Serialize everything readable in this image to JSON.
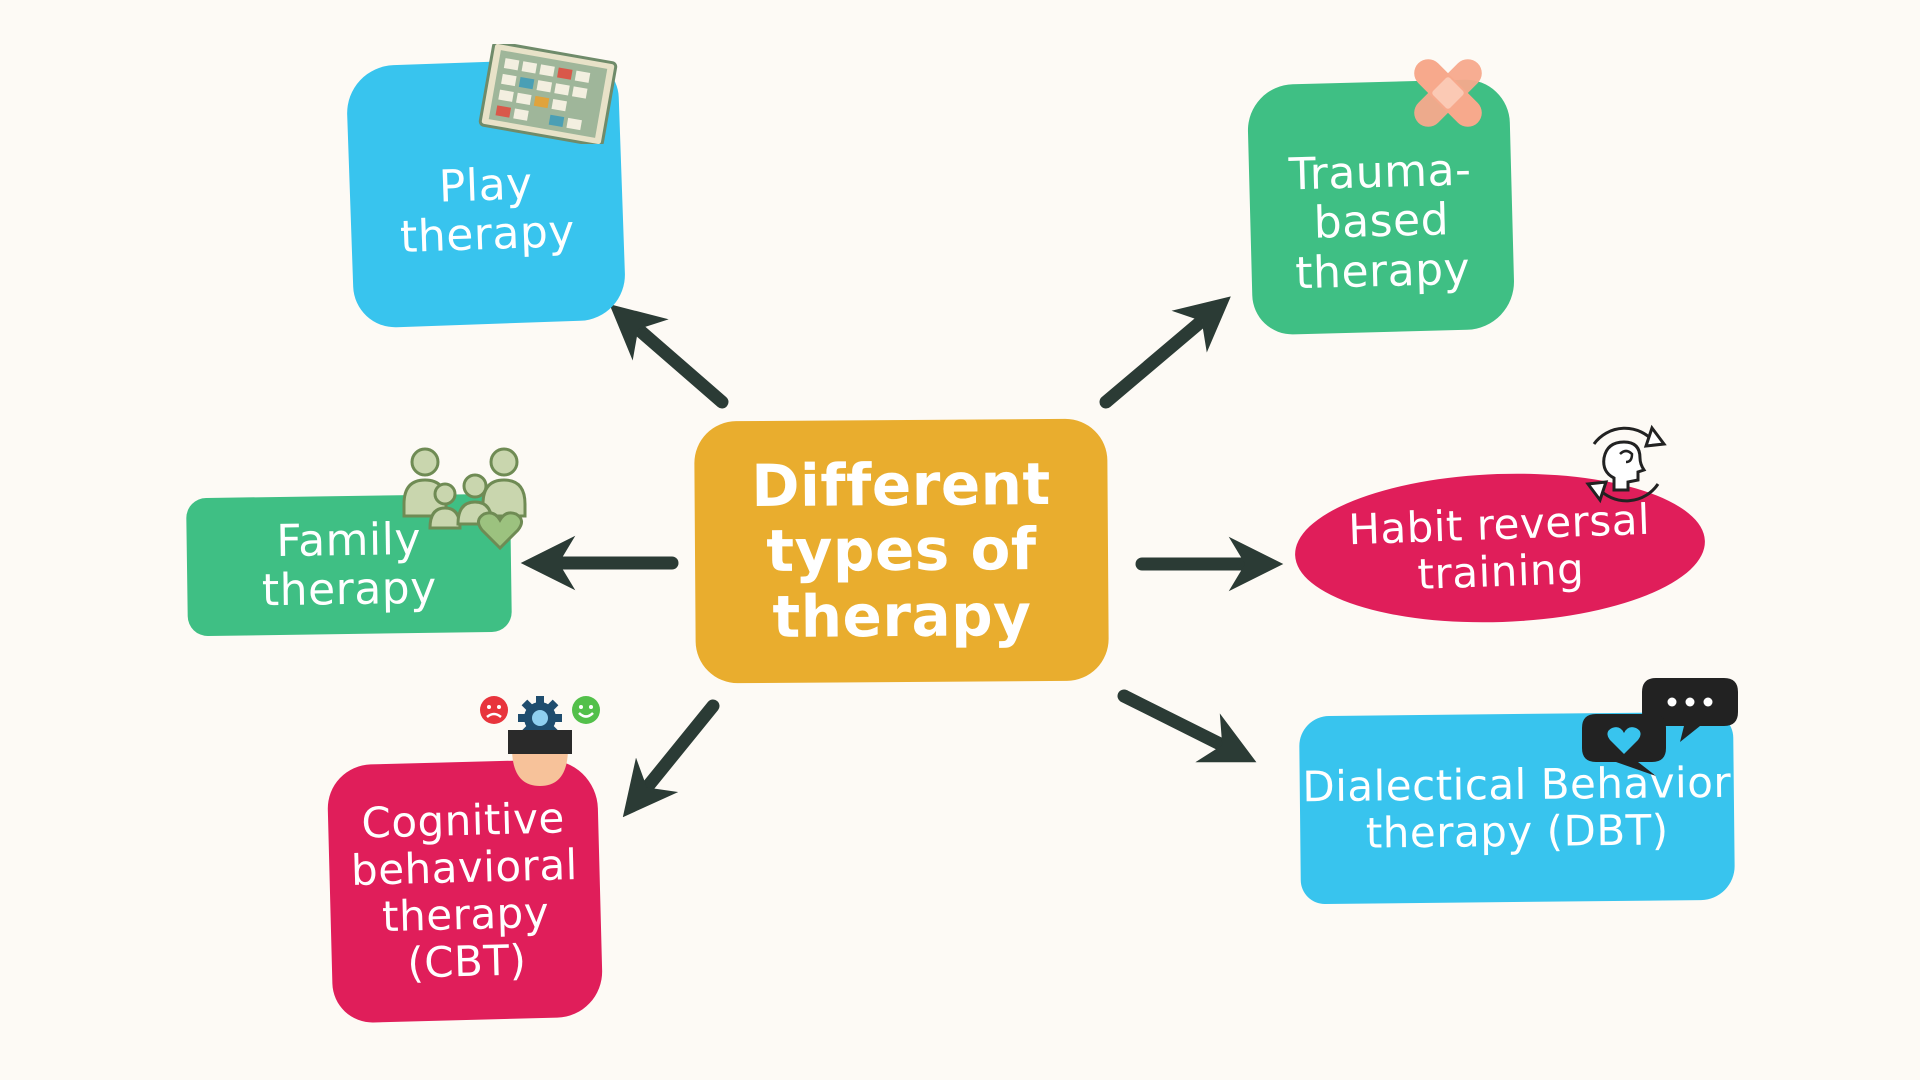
{
  "colors": {
    "background": "#fdfaf5",
    "center": "#e9ad2e",
    "blue": "#38c4ee",
    "green": "#3fbf84",
    "pink": "#e01e5a",
    "arrow": "#2b3b35"
  },
  "center": {
    "label": "Different\ntypes of\ntherapy"
  },
  "nodes": {
    "play": {
      "label": "Play\ntherapy",
      "icon": "board-game-icon"
    },
    "trauma": {
      "label": "Trauma-\nbased\ntherapy",
      "icon": "bandage-icon"
    },
    "family": {
      "label": "Family\ntherapy",
      "icon": "family-icon"
    },
    "habit": {
      "label": "Habit reversal\ntraining",
      "icon": "head-cycle-icon"
    },
    "cbt": {
      "label": "Cognitive\nbehavioral\ntherapy\n(CBT)",
      "icon": "thinking-head-icon"
    },
    "dbt": {
      "label": "Dialectical Behavior\ntherapy (DBT)",
      "icon": "speech-bubbles-icon"
    }
  }
}
